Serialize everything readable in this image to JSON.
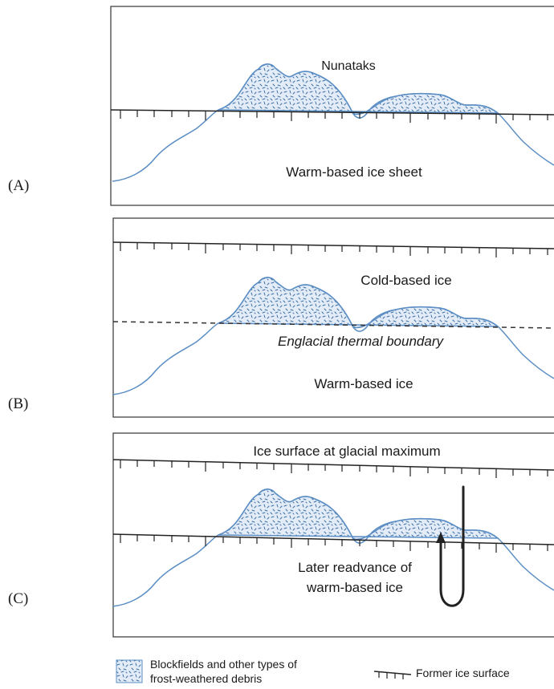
{
  "panels": [
    {
      "label": "(A)",
      "texts": [
        "Nunataks",
        "Warm-based ice sheet"
      ]
    },
    {
      "label": "(B)",
      "texts": [
        "Cold-based ice",
        "Englacial thermal boundary",
        "Warm-based ice"
      ]
    },
    {
      "label": "(C)",
      "texts": [
        "Ice surface at glacial maximum",
        "Later readvance of",
        "warm-based ice"
      ]
    }
  ],
  "legend": {
    "debris_line1": "Blockfields and other types of",
    "debris_line2": "frost-weathered debris",
    "ice_surface": "Former ice surface"
  },
  "colors": {
    "terrain": "#5b8ec4",
    "debris_fill": "#e3ecf7",
    "lines": "#222222"
  }
}
